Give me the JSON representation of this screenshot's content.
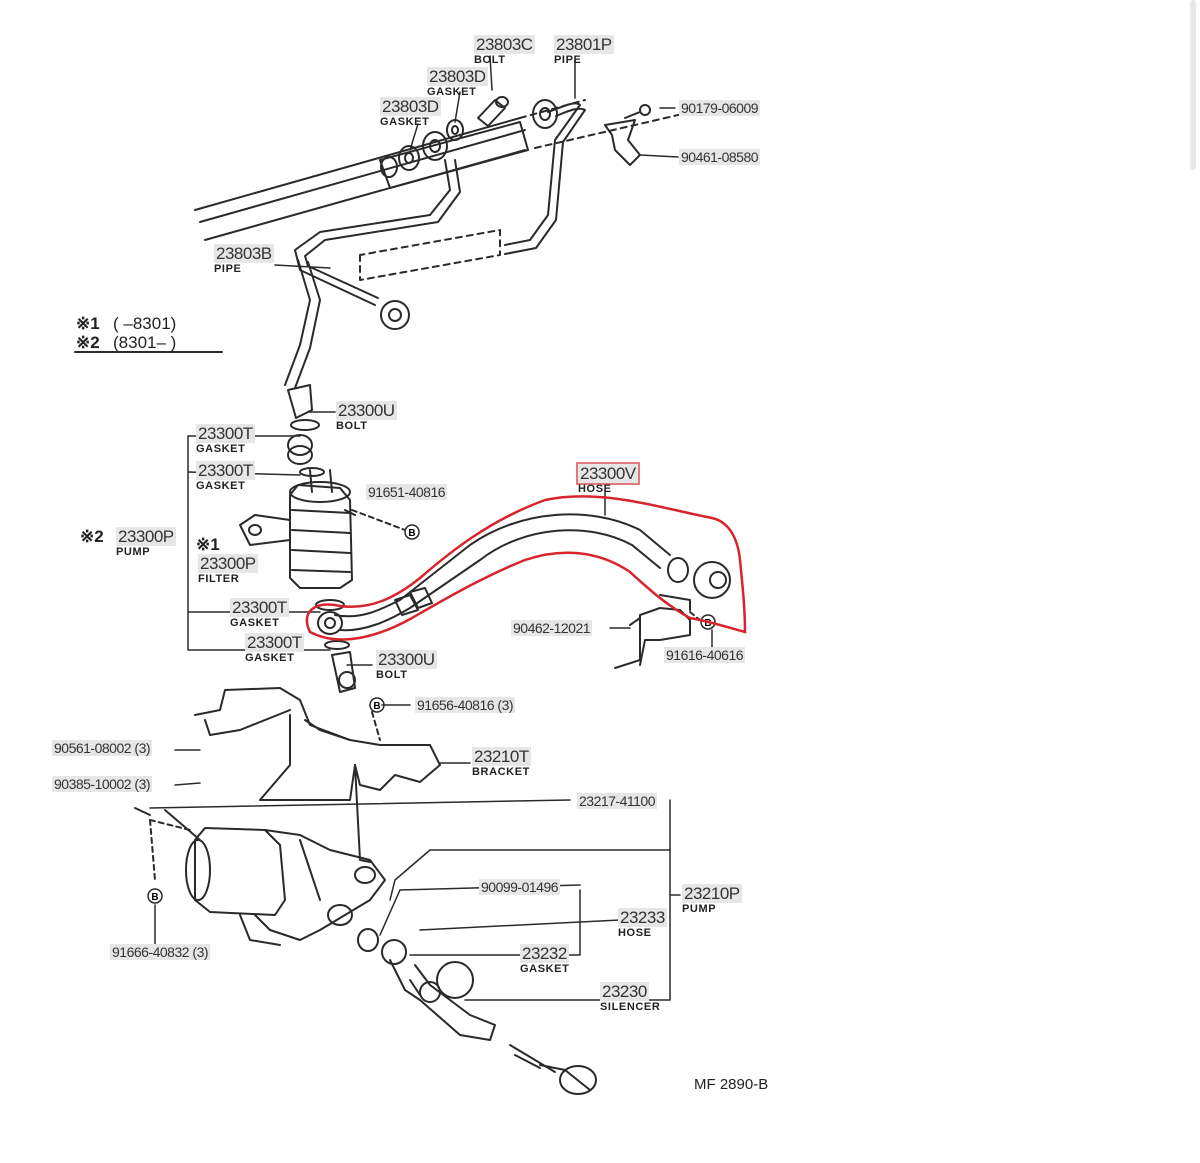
{
  "legend": {
    "ref1_mark": "※1",
    "ref1_range": "(        –8301)",
    "ref2_mark": "※2",
    "ref2_range": "(8301–          )"
  },
  "parts": [
    {
      "id": "23803C",
      "num": "23803C",
      "sub": "BOLT"
    },
    {
      "id": "23801P",
      "num": "23801P",
      "sub": "PIPE"
    },
    {
      "id": "23803D-a",
      "num": "23803D",
      "sub": "GASKET"
    },
    {
      "id": "23803D-b",
      "num": "23803D",
      "sub": "GASKET"
    },
    {
      "id": "90179",
      "num": "90179-06009",
      "sub": ""
    },
    {
      "id": "90461",
      "num": "90461-08580",
      "sub": ""
    },
    {
      "id": "23803B",
      "num": "23803B",
      "sub": "PIPE"
    },
    {
      "id": "23300U-a",
      "num": "23300U",
      "sub": "BOLT"
    },
    {
      "id": "23300T-a",
      "num": "23300T",
      "sub": "GASKET"
    },
    {
      "id": "23300T-b",
      "num": "23300T",
      "sub": "GASKET"
    },
    {
      "id": "91651",
      "num": "91651-40816",
      "sub": ""
    },
    {
      "id": "23300V",
      "num": "23300V",
      "sub": "HOSE"
    },
    {
      "id": "23300P-pump",
      "num": "23300P",
      "sub": "PUMP"
    },
    {
      "id": "23300P-filter",
      "num": "23300P",
      "sub": "FILTER"
    },
    {
      "id": "23300T-c",
      "num": "23300T",
      "sub": "GASKET"
    },
    {
      "id": "23300T-d",
      "num": "23300T",
      "sub": "GASKET"
    },
    {
      "id": "90462",
      "num": "90462-12021",
      "sub": ""
    },
    {
      "id": "91616",
      "num": "91616-40616",
      "sub": ""
    },
    {
      "id": "23300U-b",
      "num": "23300U",
      "sub": "BOLT"
    },
    {
      "id": "91656",
      "num": "91656-40816 (3)",
      "sub": ""
    },
    {
      "id": "90561",
      "num": "90561-08002 (3)",
      "sub": ""
    },
    {
      "id": "23210T",
      "num": "23210T",
      "sub": "BRACKET"
    },
    {
      "id": "90385",
      "num": "90385-10002 (3)",
      "sub": ""
    },
    {
      "id": "23217",
      "num": "23217-41100",
      "sub": ""
    },
    {
      "id": "90099",
      "num": "90099-01496",
      "sub": ""
    },
    {
      "id": "23210P",
      "num": "23210P",
      "sub": "PUMP"
    },
    {
      "id": "23233",
      "num": "23233",
      "sub": "HOSE"
    },
    {
      "id": "23232",
      "num": "23232",
      "sub": "GASKET"
    },
    {
      "id": "23230",
      "num": "23230",
      "sub": "SILENCER"
    },
    {
      "id": "91666",
      "num": "91666-40832 (3)",
      "sub": ""
    }
  ],
  "marks": {
    "pump_ref": "※2",
    "filter_ref": "※1",
    "callout_b": "B"
  },
  "diagram_code": "MF  2890-B",
  "colors": {
    "line": "#2a2a2a",
    "highlight": "#d8242c",
    "label_bg": "#e6e6e6"
  }
}
